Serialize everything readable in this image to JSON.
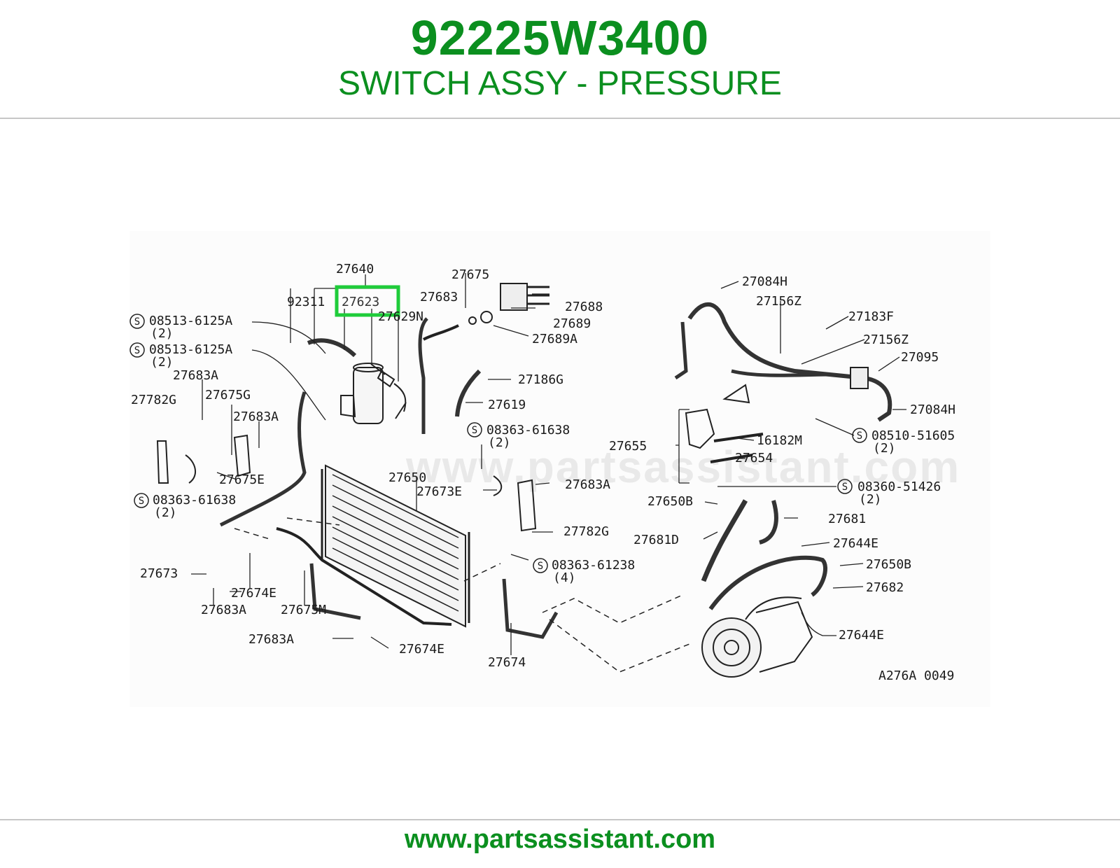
{
  "header": {
    "part_number": "92225W3400",
    "part_name": "SWITCH ASSY - PRESSURE"
  },
  "colors": {
    "brand_green": "#0b8f1f",
    "highlight_green": "#1fcc3a",
    "rule_gray": "#c6c6c6"
  },
  "diagram": {
    "highlighted_part": "27623",
    "labels": {
      "l27640": "27640",
      "l92311": "92311",
      "l27623": "27623",
      "l27629N": "27629N",
      "l27683_top": "27683",
      "l27675": "27675",
      "l27688": "27688",
      "l27689": "27689",
      "l27689A": "27689A",
      "s1": "08513-6125A",
      "s1q": "(2)",
      "s2": "08513-6125A",
      "s2q": "(2)",
      "l27683A_1": "27683A",
      "l27782G_1": "27782G",
      "l27675G": "27675G",
      "l27683A_2": "27683A",
      "l27675E": "27675E",
      "s3": "08363-61638",
      "s3q": "(2)",
      "l27186G": "27186G",
      "l27619": "27619",
      "s4": "08363-61638",
      "s4q": "(2)",
      "l27650": "27650",
      "l27673E": "27673E",
      "l27683A_3": "27683A",
      "l27782G_2": "27782G",
      "s5": "08363-61238",
      "s5q": "(4)",
      "l27673": "27673",
      "l27674E_1": "27674E",
      "l27683A_4": "27683A",
      "l27675M": "27675M",
      "l27683A_5": "27683A",
      "l27674E_2": "27674E",
      "l27674": "27674",
      "l27084H_1": "27084H",
      "l27156Z_1": "27156Z",
      "l27183F": "27183F",
      "l27156Z_2": "27156Z",
      "l27095": "27095",
      "l27084H_2": "27084H",
      "s6": "08510-51605",
      "s6q": "(2)",
      "l27655": "27655",
      "l16182M": "16182M",
      "l27654": "27654",
      "s7": "08360-51426",
      "s7q": "(2)",
      "l27650B_1": "27650B",
      "l27681": "27681",
      "l27681D": "27681D",
      "l27644E_1": "27644E",
      "l27650B_2": "27650B",
      "l27682": "27682",
      "l27644E_2": "27644E",
      "code": "A276A 0049"
    },
    "s_symbol": "S",
    "watermark": "www.partsassistant.com"
  },
  "footer": {
    "url": "www.partsassistant.com"
  }
}
